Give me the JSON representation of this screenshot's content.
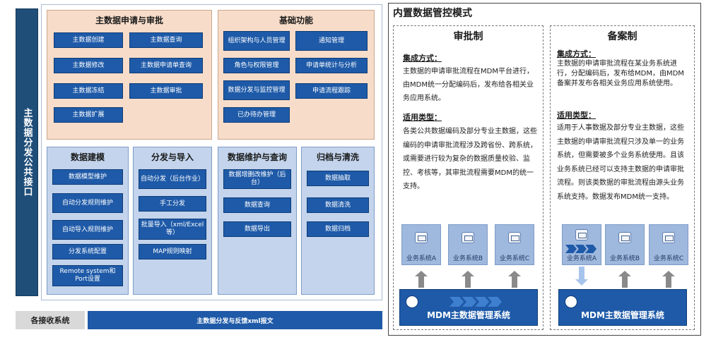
{
  "left": {
    "vertical_title": "主数据分发公共接口",
    "apply": {
      "title": "主数据申请与审批",
      "buttons": [
        "主数据创建",
        "主数据查询",
        "主数据修改",
        "主数据申请单查询",
        "主数据冻结",
        "主数据审批",
        "主数据扩展"
      ]
    },
    "base": {
      "title": "基础功能",
      "buttons": [
        "组织架构与人员管理",
        "通知管理",
        "角色与权限管理",
        "申请单统计与分析",
        "数据分发与监控管理",
        "申请流程跟踪",
        "已办待办管理"
      ]
    },
    "modeling": {
      "title": "数据建模",
      "buttons": [
        "数据模型维护",
        "自动分发规则维护",
        "自动导入规则维护",
        "分发系统配置",
        "Remote system和Port设置"
      ]
    },
    "distribute": {
      "title": "分发与导入",
      "buttons": [
        "自动分发（后台作业）",
        "手工分发",
        "批量导入（xml/Excel等）",
        "MAP规则映射"
      ]
    },
    "maintain": {
      "title": "数据维护与查询",
      "buttons": [
        "数据增删改维护（后台）",
        "数据查询",
        "数据导出"
      ]
    },
    "archive": {
      "title": "归档与清洗",
      "buttons": [
        "数据抽取",
        "数据清洗",
        "数据归档"
      ]
    },
    "bottom_label": "各接收系统",
    "bottom_bar": "主数据分发与反馈xml报文"
  },
  "right": {
    "title": "内置数据管控模式",
    "approval": {
      "title": "审批制",
      "integration_head": "集成方式：",
      "integration_text": "主数据的申请审批流程在MDM平台进行，由MDM统一分配编码后，发布给各相关业务应用系统。",
      "type_head": "适用类型：",
      "type_text": "各类公共数据编码及部分专业主数据，这些编码的申请审批流程涉及跨省份、跨系统，或需要进行较为复杂的数据质量校验、监控、考核等，其审批流程需要MDM的统一支持。",
      "systems": [
        "业务系统A",
        "业务系统B",
        "业务系统C"
      ],
      "mdm": "MDM主数据管理系统"
    },
    "filing": {
      "title": "备案制",
      "integration_head": "集成方式：",
      "integration_text": "主数据的申请审批流程在某业务系统进行，分配编码后，发布给MDM，由MDM备案并发布各相关业务应用系统使用。",
      "type_head": "适用类型：",
      "type_text": "适用于人事数据及部分专业主数据，这些主数据的申请审批流程只涉及单一的业务系统，但需要被多个业务系统使用。且该业务系统已经可以支持主数据的申请审批流程。则该类数据的审批流程由源头业务系统支持。数据发布MDM统一支持。",
      "systems": [
        "业务系统A",
        "业务系统B",
        "业务系统C"
      ],
      "mdm": "MDM主数据管理系统"
    }
  }
}
